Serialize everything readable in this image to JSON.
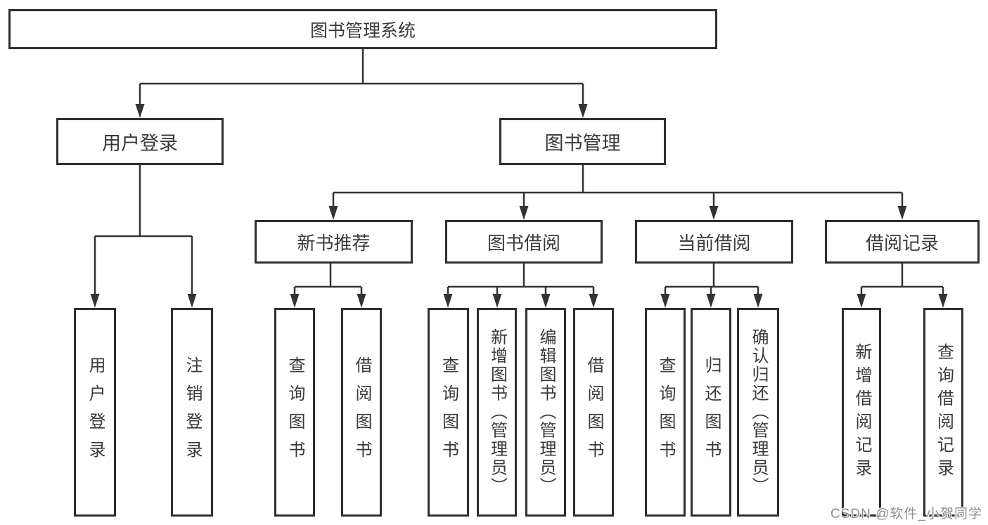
{
  "diagram": {
    "root": "图书管理系统",
    "level2": [
      "用户登录",
      "图书管理"
    ],
    "level3": [
      "新书推荐",
      "图书借阅",
      "当前借阅",
      "借阅记录"
    ],
    "leaves": [
      "用户登录",
      "注销登录",
      "查询图书",
      "借阅图书",
      "查询图书",
      "新增图书（管理员）",
      "编辑图书（管理员）",
      "借阅图书",
      "查询图书",
      "归还图书",
      "确认归还（管理员）",
      "新增借阅记录",
      "查询借阅记录"
    ]
  },
  "watermark": "CSDN @软件_小贺同学",
  "colors": {
    "line": "#333333",
    "box_border": "#2f2f2f",
    "box_fill": "#ffffff",
    "text": "#3a3a3a",
    "watermark_text": "#8f8f8f",
    "background": "#ffffff"
  }
}
